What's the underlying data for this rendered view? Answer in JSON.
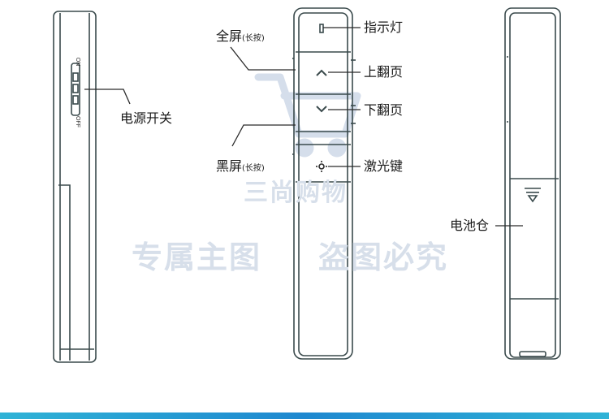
{
  "labels": {
    "switch": "电源开关",
    "on": "ON",
    "off": "OFF",
    "fullscreen": "全屏",
    "fullscreen_note": "(长按)",
    "blackscreen": "黑屏",
    "blackscreen_note": "(长按)",
    "indicator": "指示灯",
    "page_up": "上翻页",
    "page_down": "下翻页",
    "laser": "激光键",
    "battery": "电池仓"
  },
  "watermark": {
    "brand": "三尚购物",
    "line_left": "专属主图",
    "line_right": "盗图必究"
  },
  "colors": {
    "outline": "#3a4a4c",
    "leader": "#2a2a2a",
    "watermark": "#cdd7e6",
    "bar": "#1e88d0"
  }
}
